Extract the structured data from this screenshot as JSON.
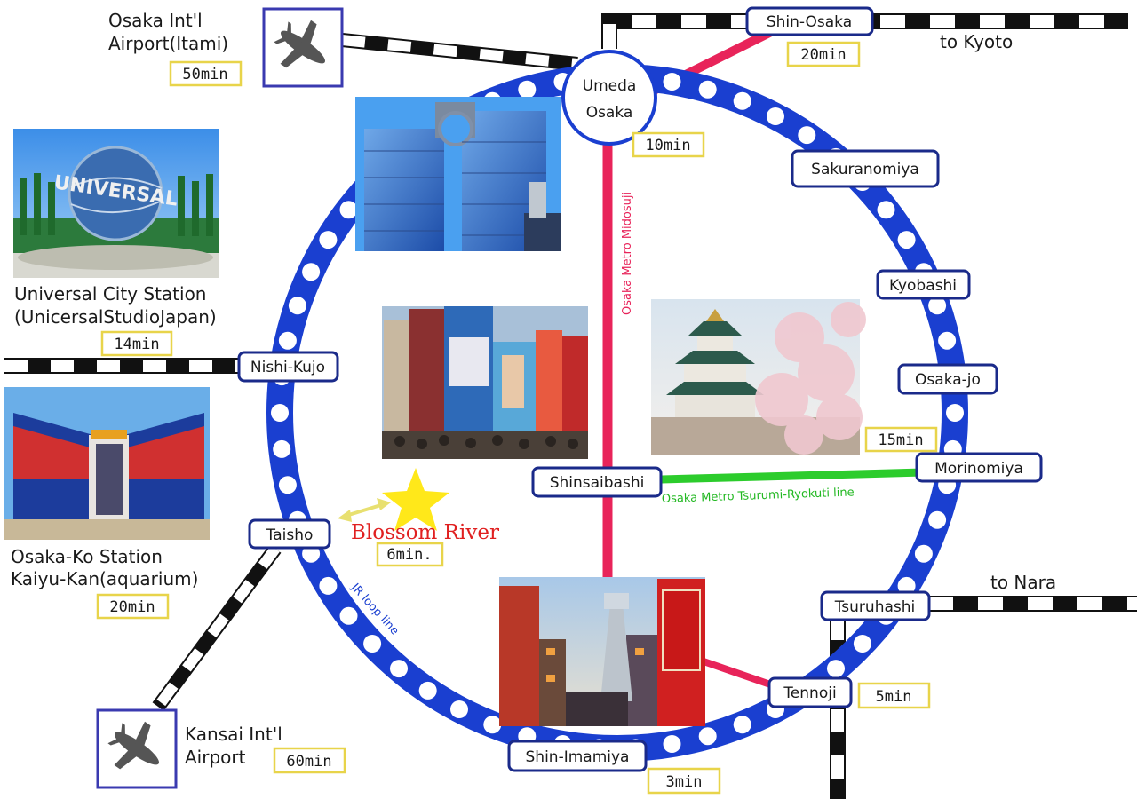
{
  "colors": {
    "loop": "#1a3fd0",
    "midosuji": "#e8245a",
    "tsurumi": "#2ccc2c",
    "station_border": "#1a2a8a",
    "time_border": "#e8d44a",
    "star": "#ffe81a",
    "hotel_text": "#e02020"
  },
  "loop_line": {
    "name": "JR loop line"
  },
  "metro_lines": [
    {
      "name": "Osaka Metro Midosuji"
    },
    {
      "name": "Osaka Metro Tsurumi-Ryokuti line"
    }
  ],
  "hub": {
    "line1": "Umeda",
    "line2": "Osaka"
  },
  "stations": {
    "shin_osaka": "Shin-Osaka",
    "sakuranomiya": "Sakuranomiya",
    "kyobashi": "Kyobashi",
    "osaka_jo": "Osaka-jo",
    "morinomiya": "Morinomiya",
    "tsuruhashi": "Tsuruhashi",
    "tennoji": "Tennoji",
    "shin_imamiya": "Shin-Imamiya",
    "taisho": "Taisho",
    "nishi_kujo": "Nishi-Kujo",
    "shinsaibashi": "Shinsaibashi"
  },
  "times": {
    "itami": "50min",
    "shin_osaka": "20min",
    "umeda": "10min",
    "usj": "14min",
    "osaka_jo": "15min",
    "aquarium": "20min",
    "taisho": "6min.",
    "tennoji": "5min",
    "kansai": "60min",
    "shin_imamiya": "3min"
  },
  "destinations": {
    "kyoto": "to Kyoto",
    "nara": "to Nara"
  },
  "airports": {
    "itami": {
      "line1": "Osaka Int'l",
      "line2": "Airport(Itami)"
    },
    "kansai": {
      "line1": "Kansai Int'l",
      "line2": "Airport"
    }
  },
  "places": {
    "usj": {
      "line1": "Universal City Station",
      "line2": "(UnicersalStudioJapan)"
    },
    "aquarium": {
      "line1": "Osaka-Ko Station",
      "line2": "Kaiyu-Kan(aquarium)"
    }
  },
  "hotel": {
    "name": "Blossom River"
  },
  "photo_signs": {
    "usj": "UNIVERSAL"
  }
}
